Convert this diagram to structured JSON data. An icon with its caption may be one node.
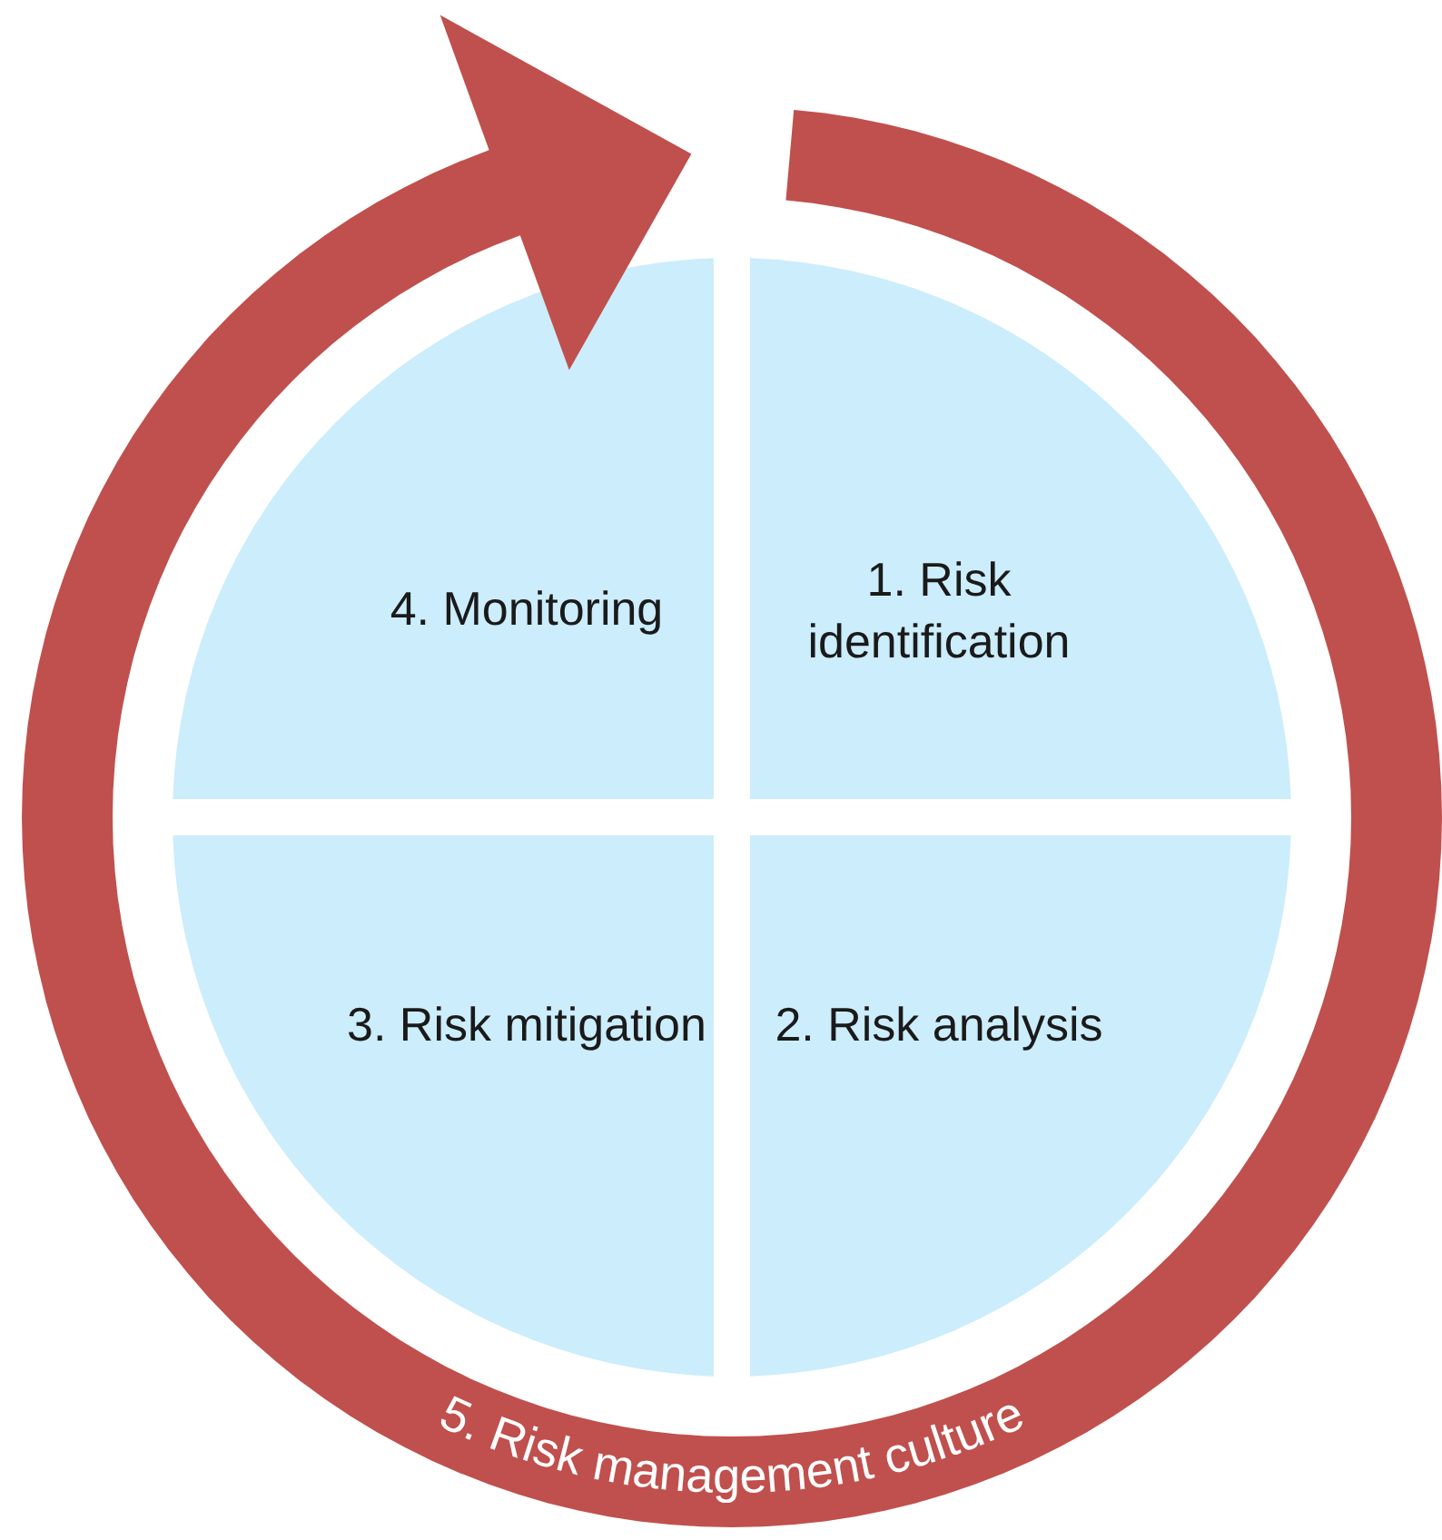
{
  "diagram": {
    "nodes": [
      {
        "text": [
          "1. Risk identification"
        ]
      },
      {
        "text": [
          "2. Risk analysis"
        ]
      },
      {
        "text": [
          "3. Risk mitigation"
        ]
      },
      {
        "text": [
          "4. Monitoring"
        ]
      },
      {
        "text": [
          "5. Risk management culture"
        ]
      }
    ]
  }
}
